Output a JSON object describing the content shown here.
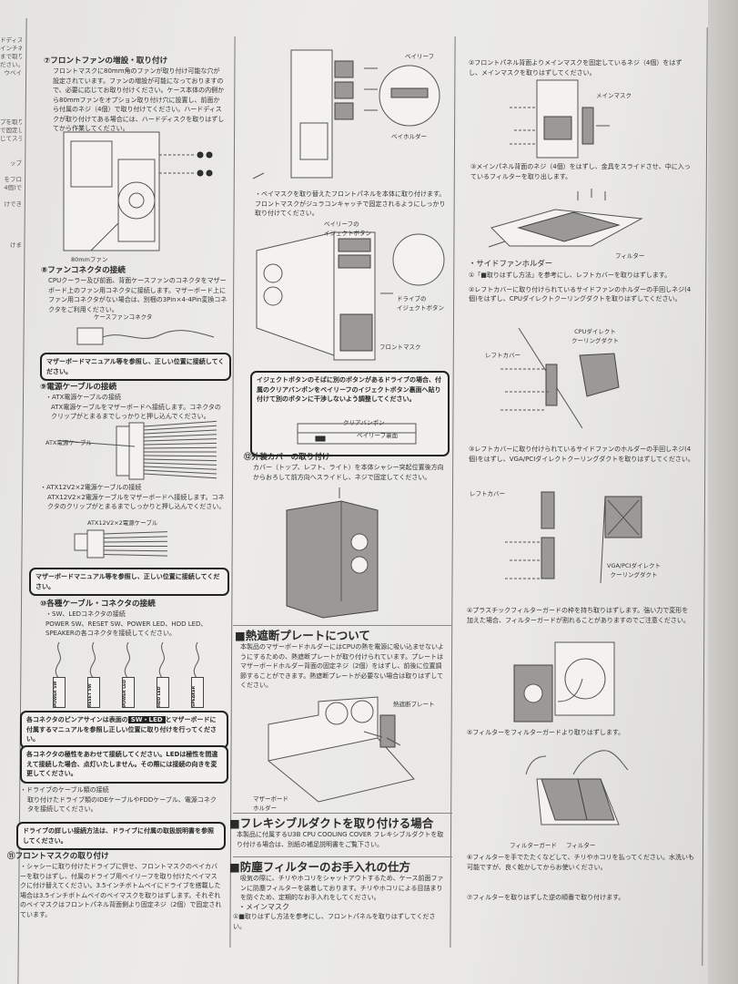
{
  "prev_page_edge": [
    "ドディスク",
    "インチネジ",
    "まで取りつ",
    "ださい。",
    "ウベイ",
    "",
    "",
    "",
    "",
    "",
    "プを取り",
    "で固定し",
    "じてスラ",
    "",
    "",
    "ップ",
    "",
    "をフロ",
    "4個)で",
    "",
    "けでき",
    "",
    "",
    "",
    "",
    "けま"
  ],
  "left": {
    "s7": {
      "title": "⑦フロントファンの増設・取り付け",
      "body": "フロントマスクに80mm角のファンが取り付け可能な穴が設定されています。ファンの増設が可能になっておりますので、必要に応じてお取り付けください。ケース本体の内側から80mmファンをオプション取り付け穴に設置し、前面から付属のネジ（4個）で取り付けてください。ハードディスクが取り付けてある場合には、ハードディスクを取りはずしてから作業してください。",
      "fig_label": "80mmファン"
    },
    "s8": {
      "title": "⑧ファンコネクタの接続",
      "body": "CPUクーラー及び前面、背面ケースファンのコネクタをマザーボード上のファン用コネクタに接続します。マザーボード上にファン用コネクタがない場合は、別梱の3Pin×4-4Pin変換コネクタをご利用ください。",
      "fig_label": "ケースファンコネクタ",
      "note": "マザーボードマニュアル等を参照し、正しい位置に接続してください。"
    },
    "s9": {
      "title": "⑨電源ケーブルの接続",
      "sub1": "・ATX電源ケーブルの接続",
      "body1": "ATX電源ケーブルをマザーボードへ接続します。コネクタのクリップがとまるまでしっかりと押し込んでください。",
      "fig1_label": "ATX電源ケーブル",
      "sub2": "・ATX12V2×2電源ケーブルの接続",
      "body2": "ATX12V2×2電源ケーブルをマザーボードへ接続します。コネクタのクリップがとまるまでしっかりと押し込んでください。",
      "fig2_label": "ATX12V2×2電源ケーブル",
      "note": "マザーボードマニュアル等を参照し、正しい位置に接続してください。"
    },
    "s10": {
      "title": "⑩各種ケーブル・コネクタの接続",
      "sub": "・SW、LEDコネクタの接続",
      "body": "POWER SW、RESET SW、POWER LED、HDD LED、SPEAKERの各コネクタを接続してください。",
      "cables": [
        "POWER SW",
        "RESET SW",
        "POWER LED",
        "HDD LED",
        "SPEAKER"
      ],
      "note1_a": "各コネクタのピンアサインは表面の",
      "note1_badge": "SW・LED",
      "note1_b": "とマザーボードに付属するマニュアルを参照し正しい位置に取り付けを行ってください。",
      "note2": "各コネクタの極性をあわせて接続してください。LEDは極性を間違えて接続した場合、点灯いたしません。その際には接続の向きを変更してください。",
      "sub2": "・ドライブのケーブル類の接続",
      "body2": "取り付けたドライブ類のIDEケーブルやFDDケーブル、電源コネクタを接続してください。",
      "note3": "ドライブの詳しい接続方法は、ドライブに付属の取扱説明書を参照してください。"
    },
    "s11": {
      "title": "⑪フロントマスクの取り付け",
      "body": "・シャシーに取り付けたドライブに併せ、フロントマスクのベイカバーを取りはずし、付属のドライブ用ベイリーフを取り付けたベイマスクに付け替えてください。3.5インチボトムベイにドライブを搭載した場合は3.5インチボトムベイのベイマスクを取りはずします。それぞれのベイマスクはフロントパネル背面側より固定ネジ（2個）で固定されています。"
    }
  },
  "middle": {
    "fig1": {
      "label_a": "ベイリーフ",
      "label_b": "ベイホルダー"
    },
    "body1": "・ベイマスクを取り替えたフロントパネルを本体に取り付けます。フロントマスクがジュラコンキャッチで固定されるようにしっかり取り付けてください。",
    "fig2": {
      "label_a": "ベイリーフの\nイジェクトボタン",
      "label_b": "ドライブの\nイジェクトボタン",
      "label_c": "フロントマスク"
    },
    "note": "イジェクトボタンのそばに別のボタンがあるドライブの場合、付属のクリアバンポンをベイリーフのイジェクトボタン裏面へ貼り付けて別のボタンに干渉しないよう調整してください。",
    "note_fig": {
      "label_a": "クリアバンポン",
      "label_b": "ベイリーフ裏面"
    },
    "s12": {
      "title": "⑫外装カバーの取り付け",
      "body": "カバー（トップ、レフト、ライト）を本体シャシー突起位置後方向からおろして前方向へスライドし、ネジで固定してください。"
    },
    "heat": {
      "title": "■熱遮断プレートについて",
      "body": "本製品のマザーボードホルダーにはCPUの熱を電源に吸い込ませないようにするための、熱遮断プレートが取り付けられています。プレートはマザーボードホルダー背面の固定ネジ（2個）をはずし、前後に位置調節することができます。熱遮断プレートが必要ない場合は取りはずしてください。",
      "label_a": "熱遮断プレート",
      "label_b": "マザーボード\nホルダー"
    },
    "flex": {
      "title": "■フレキシブルダクトを取り付ける場合",
      "body": "本製品に付属するU3B CPU COOLING COVER フレキシブルダクトを取り付ける場合は、別紙の補足説明書をご覧下さい。"
    },
    "filter": {
      "title": "■防塵フィルターのお手入れの仕方",
      "body": "吸気の際に、チリやホコリをシャットアウトするため、ケース前面ファンに防塵フィルターを装着しております。チリやホコリによる目詰まりを防ぐため、定期的なお手入れをしてください。",
      "sub": "・メインマスク",
      "step1": "①■取りはずし方法を参考にし、フロントパネルを取りはずしてください。"
    }
  },
  "right": {
    "step2": "②フロントパネル背面よりメインマスクを固定しているネジ（4個）をはずし、メインマスクを取りはずしてください。",
    "fig2_label": "メインマスク",
    "step3": "③メインパネル背面のネジ（4個）をはずし、金具をスライドさせ、中に入っているフィルターを取り出します。",
    "fig3_label": "フィルター",
    "side_title": "・サイドファンホルダー",
    "side1": "①「■取りはずし方法」を参考にし、レフトカバーを取りはずします。",
    "side2": "②レフトカバーに取り付けられているサイドファンのホルダーの手回しネジ(4個)をはずし、CPUダイレクトクーリングダクトを取りはずしてください。",
    "fig_s2": {
      "label_a": "CPUダイレクト\nクーリングダクト",
      "label_b": "レフトカバー"
    },
    "side3": "③レフトカバーに取り付けられているサイドファンのホルダーの手回しネジ(4個)をはずし、VGA/PCIダイレクトクーリングダクトを取りはずしてください。",
    "fig_s3": {
      "label_a": "レフトカバー",
      "label_b": "VGA/PCIダイレクト\nクーリングダクト"
    },
    "side4": "④プラスチックフィルターガードの枠を持ち取りはずします。強い力で変形を加えた場合、フィルターガードが割れることがありますのでご注意ください。",
    "side5": "⑤フィルターをフィルターガードより取りはずします。",
    "fig_s5": {
      "label_a": "フィルターガード",
      "label_b": "フィルター"
    },
    "side6": "⑥フィルターを手でたたくなどして、チリやホコリを払ってください。水洗いも可能ですが、良く乾かしてからお使いください。",
    "side7": "⑦フィルターを取りはずした逆の順番で取り付けます。"
  }
}
